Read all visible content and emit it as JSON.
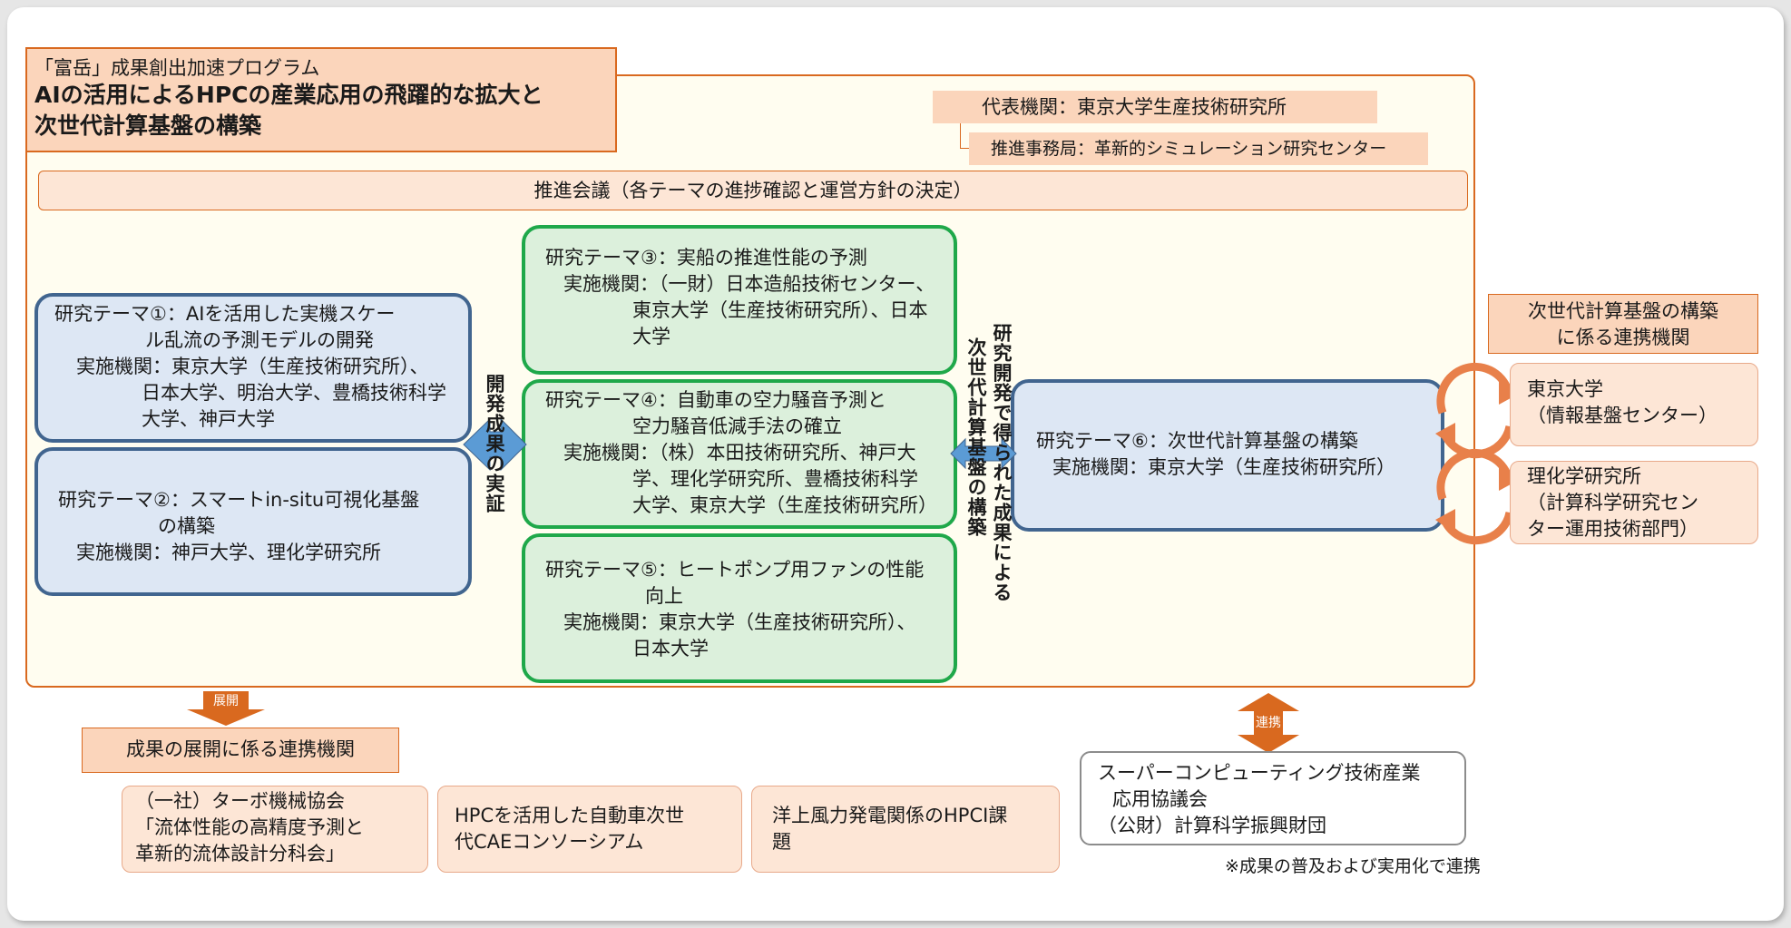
{
  "header": {
    "program": "「富岳」成果創出加速プログラム",
    "title_line1": "AIの活用によるHPCの産業応用の飛躍的な拡大と",
    "title_line2": "次世代計算基盤の構築"
  },
  "representative": "代表機関：東京大学生産技術研究所",
  "secretariat": "推進事務局：革新的シミュレーション研究センター",
  "council": "推進会議（各テーマの進捗確認と運営方針の決定）",
  "themes": {
    "t1": [
      "研究テーマ①：AIを活用した実機スケー",
      "ル乱流の予測モデルの開発",
      "実施機関：東京大学（生産技術研究所）、",
      "日本大学、明治大学、豊橋技術科学",
      "大学、神戸大学"
    ],
    "t2": [
      "研究テーマ②：スマートin-situ可視化基盤",
      "の構築",
      "実施機関：神戸大学、理化学研究所"
    ],
    "t3": [
      "研究テーマ③：実船の推進性能の予測",
      "実施機関：（一財）日本造船技術センター、",
      "東京大学（生産技術研究所）、日本",
      "大学"
    ],
    "t4": [
      "研究テーマ④：自動車の空力騒音予測と",
      "空力騒音低減手法の確立",
      "実施機関：（株）本田技術研究所、神戸大",
      "学、理化学研究所、豊橋技術科学",
      "大学、東京大学（生産技術研究所）"
    ],
    "t5": [
      "研究テーマ⑤：ヒートポンプ用ファンの性能",
      "向上",
      "実施機関：東京大学（生産技術研究所）、",
      "日本大学"
    ],
    "t6": [
      "研究テーマ⑥：次世代計算基盤の構築",
      "実施機関：東京大学（生産技術研究所）"
    ]
  },
  "vertical_left": "開発成果の実証",
  "vertical_right_1": "研究開発で得られた成果による",
  "vertical_right_2": "次世代計算基盤の構築",
  "next_gen_partners": {
    "heading_1": "次世代計算基盤の構築",
    "heading_2": "に係る連携機関",
    "utokyo": [
      "東京大学",
      "（情報基盤センター）"
    ],
    "riken": [
      "理化学研究所",
      "（計算科学研究セン",
      "ター運用技術部門）"
    ]
  },
  "deploy_label": "展開",
  "renkei_label": "連携",
  "deploy_heading": "成果の展開に係る連携機関",
  "deploy_orgs": {
    "turbo": [
      "（一社）ターボ機械協会",
      "「流体性能の高精度予測と",
      "革新的流体設計分科会」"
    ],
    "cae": [
      "HPCを活用した自動車次世",
      "代CAEコンソーシアム"
    ],
    "wind": [
      "洋上風力発電関係のHPCI課",
      "題"
    ]
  },
  "consortium": [
    "スーパーコンピューティング技術産業",
    "応用協議会",
    "（公財）計算科学振興財団"
  ],
  "note": "※成果の普及および実用化で連携",
  "colors": {
    "orange": "#d9691f",
    "blue_border": "#41658f",
    "green_border": "#1fa84a",
    "arrow_blue": "#5b9bd5"
  }
}
